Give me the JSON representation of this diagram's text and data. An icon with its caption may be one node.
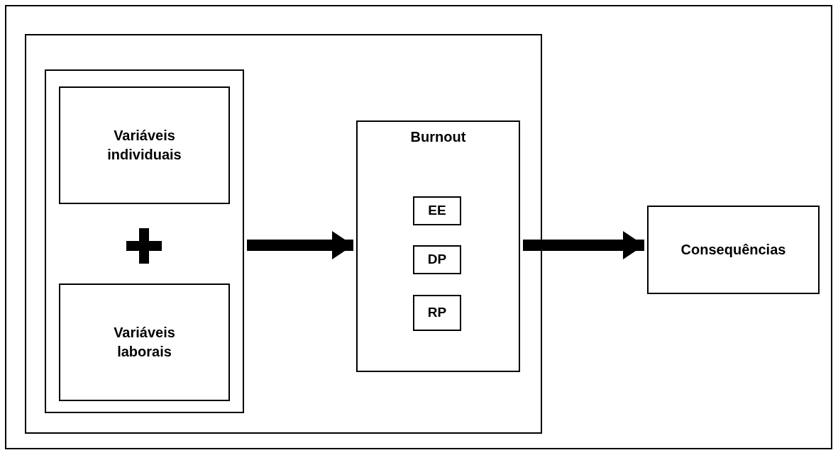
{
  "diagram": {
    "nodes": [
      {
        "text": [],
        "shape": "box"
      },
      {
        "text": [],
        "shape": "box",
        "in": 0
      },
      {
        "text": [],
        "shape": "box",
        "in": 1
      },
      {
        "text": [
          "Variáveis individuais"
        ],
        "in": 2
      },
      {
        "text": [
          "Variáveis laborais"
        ],
        "in": 2
      },
      {
        "text": [
          "Burnout"
        ],
        "in": 1
      },
      {
        "text": [
          "EE"
        ],
        "in": 5
      },
      {
        "text": [
          "DP"
        ],
        "in": 5
      },
      {
        "text": [
          "RP"
        ],
        "in": 5
      },
      {
        "text": [
          "Consequências"
        ],
        "in": 0
      }
    ],
    "edges": [
      {
        "from": 2,
        "to": 5,
        "arrow": "to"
      },
      {
        "from": 5,
        "to": 9,
        "arrow": "to"
      }
    ]
  }
}
